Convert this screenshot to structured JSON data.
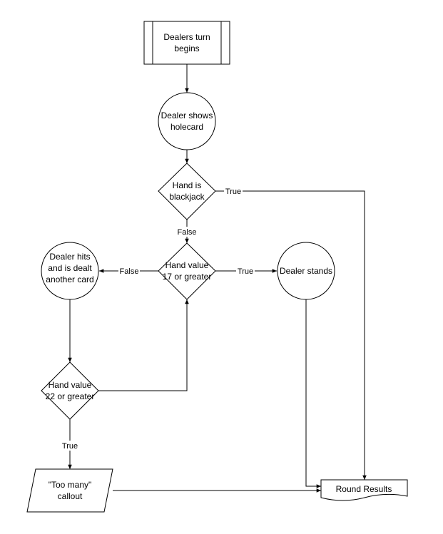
{
  "nodes": {
    "start": [
      "Dealers turn",
      "begins"
    ],
    "shows_holecard": [
      "Dealer shows",
      "holecard"
    ],
    "blackjack_decision": [
      "Hand is",
      "blackjack"
    ],
    "hand17_decision": [
      "Hand value",
      "17 or greater"
    ],
    "dealer_hits": [
      "Dealer hits",
      "and is dealt",
      "another card"
    ],
    "dealer_stands": [
      "Dealer stands"
    ],
    "hand22_decision": [
      "Hand value",
      "22 or greater"
    ],
    "too_many_callout": [
      "\"Too many\"",
      "callout"
    ],
    "round_results": [
      "Round Results"
    ]
  },
  "edge_labels": {
    "blackjack_true": "True",
    "blackjack_false": "False",
    "hand17_false": "False",
    "hand17_true": "True",
    "hand22_true": "True"
  }
}
